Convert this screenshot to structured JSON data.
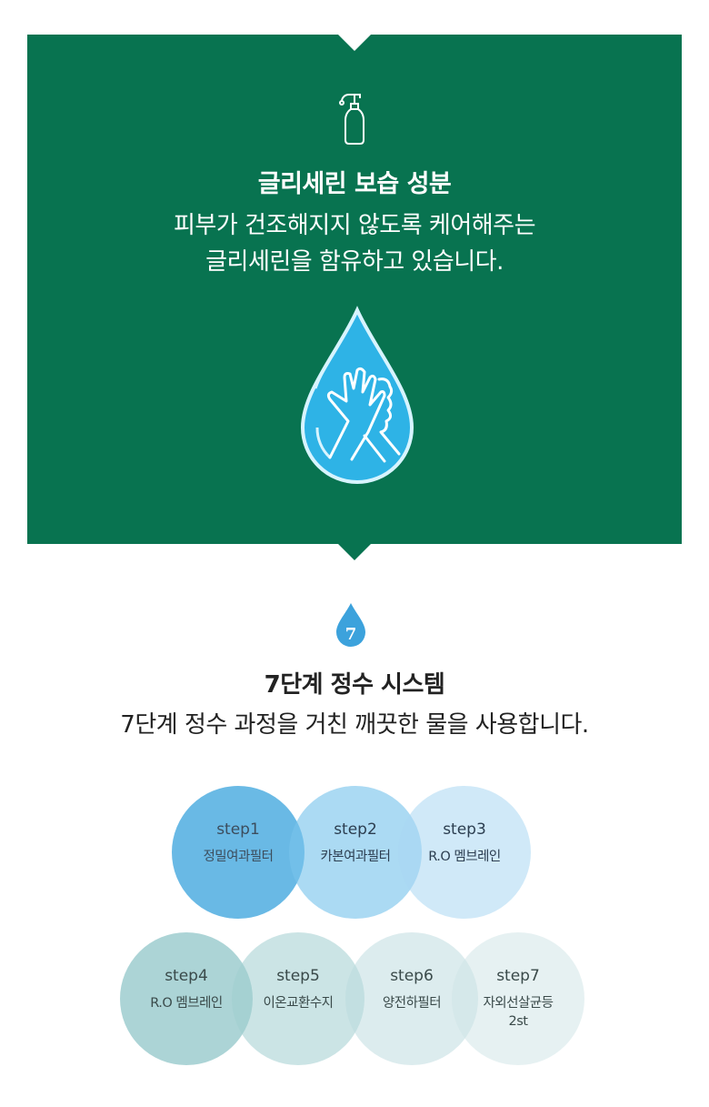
{
  "glycerin": {
    "icon": "pump-bottle-icon",
    "title": "글리세린 보습 성분",
    "desc_line1": "피부가 건조해지지 않도록 케어해주는",
    "desc_line2": "글리세린을 함유하고 있습니다.",
    "illustration": "hands-in-water-drop-icon",
    "bg_color": "#087350"
  },
  "purification": {
    "badge_icon": "water-drop-icon",
    "badge_number": "7",
    "title": "7단계 정수 시스템",
    "desc": "7단계 정수 과정을 거친 깨끗한 물을 사용합니다.",
    "steps": [
      {
        "step": "step1",
        "name": "정밀여과필터",
        "color": "#5db4e3"
      },
      {
        "step": "step2",
        "name": "카본여과필터",
        "color": "#9fd3ee"
      },
      {
        "step": "step3",
        "name": "R.O 멤브레인",
        "color": "#cfe8f6"
      },
      {
        "step": "step4",
        "name": "R.O 멤브레인",
        "color": "#a9d3d5"
      },
      {
        "step": "step5",
        "name": "이온교환수지",
        "color": "#c3e0e1"
      },
      {
        "step": "step6",
        "name": "양전하필터",
        "color": "#d8ebec"
      },
      {
        "step": "step7",
        "name": "자외선살균등",
        "name2": "2st",
        "color": "#e6f2f3"
      }
    ]
  }
}
